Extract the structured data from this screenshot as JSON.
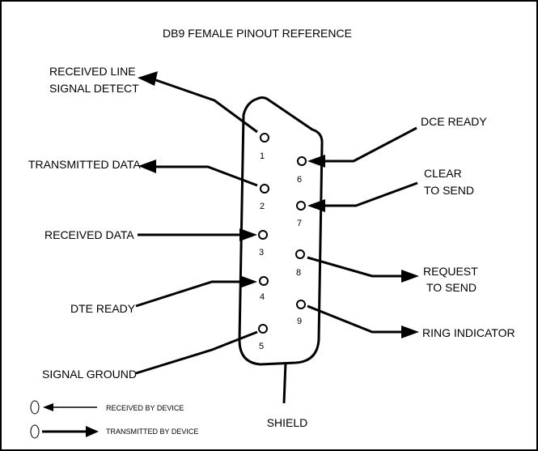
{
  "title": "DB9 FEMALE PINOUT REFERENCE",
  "pins": [
    {
      "number": "1",
      "label_lines": [
        "RECEIVED LINE",
        "SIGNAL DETECT"
      ]
    },
    {
      "number": "2",
      "label_lines": [
        "TRANSMITTED DATA"
      ]
    },
    {
      "number": "3",
      "label_lines": [
        "RECEIVED DATA"
      ]
    },
    {
      "number": "4",
      "label_lines": [
        "DTE READY"
      ]
    },
    {
      "number": "5",
      "label_lines": [
        "SIGNAL GROUND"
      ]
    },
    {
      "number": "6",
      "label_lines": [
        "DCE READY"
      ]
    },
    {
      "number": "7",
      "label_lines": [
        "CLEAR",
        "TO SEND"
      ]
    },
    {
      "number": "8",
      "label_lines": [
        "REQUEST",
        "TO SEND"
      ]
    },
    {
      "number": "9",
      "label_lines": [
        "RING INDICATOR"
      ]
    }
  ],
  "shield_label": "SHIELD",
  "legend": {
    "received": "RECEIVED BY DEVICE",
    "transmitted": "TRANSMITTED BY DEVICE"
  }
}
